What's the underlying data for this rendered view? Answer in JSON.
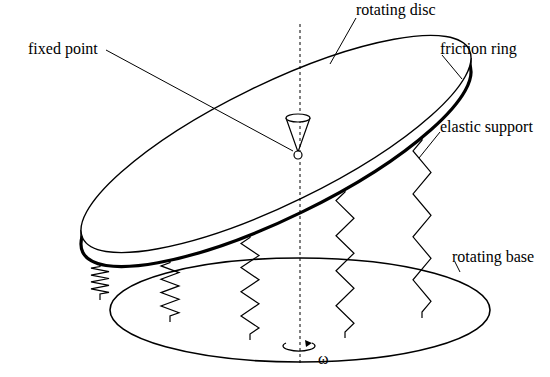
{
  "diagram": {
    "labels": [
      "rotating disc",
      "fixed point",
      "friction ring",
      "elastic support",
      "rotating base",
      "ω"
    ]
  }
}
